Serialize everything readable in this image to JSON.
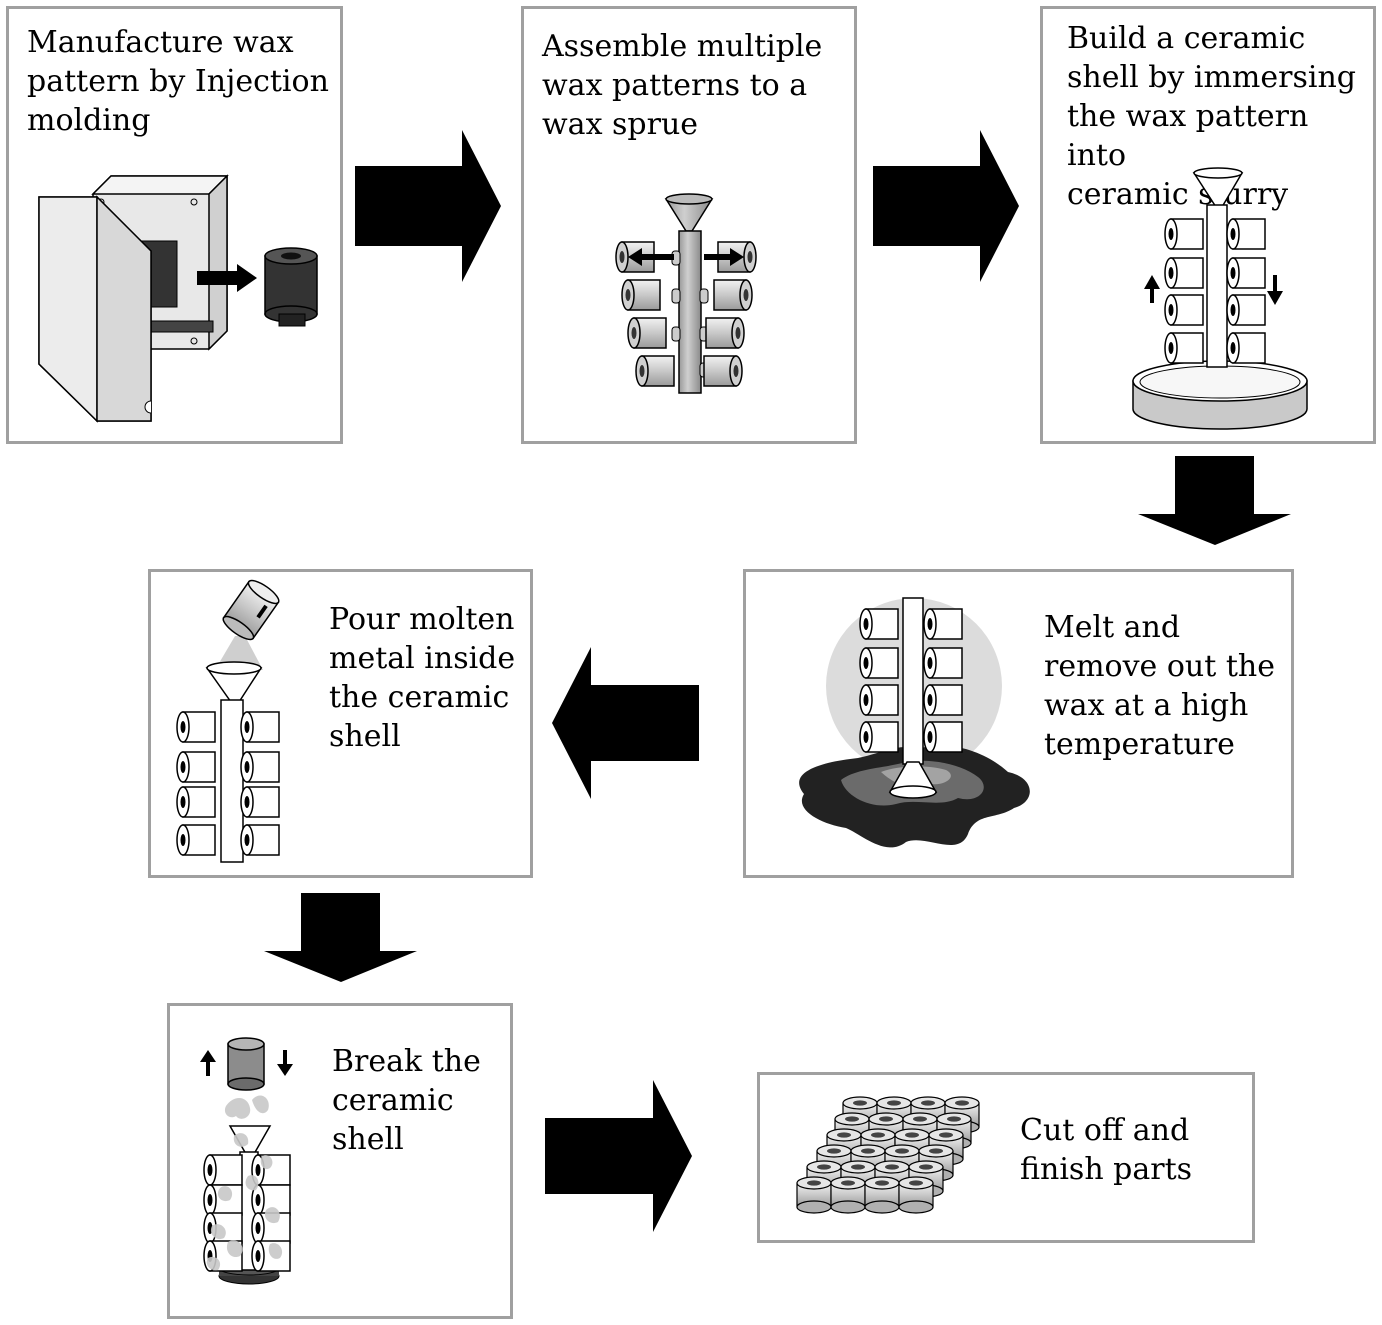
{
  "steps": {
    "s1": "Manufacture wax\npattern by Injection\nmolding",
    "s2": "Assemble multiple\nwax patterns to a\nwax sprue",
    "s3": "Build a ceramic\nshell by immersing\nthe wax pattern into\nceramic slurry",
    "s4": "Melt and\nremove out the\nwax at a high\ntemperature",
    "s5": "Pour molten\nmetal inside\nthe ceramic\nshell",
    "s6": "Break the\nceramic\nshell",
    "s7": "Cut off and\nfinish parts"
  },
  "colors": {
    "border": "#a0a0a0",
    "arrow": "#000000",
    "light_gray": "#d9d9d9",
    "mid_gray": "#999999",
    "dark": "#2b2b2b"
  }
}
